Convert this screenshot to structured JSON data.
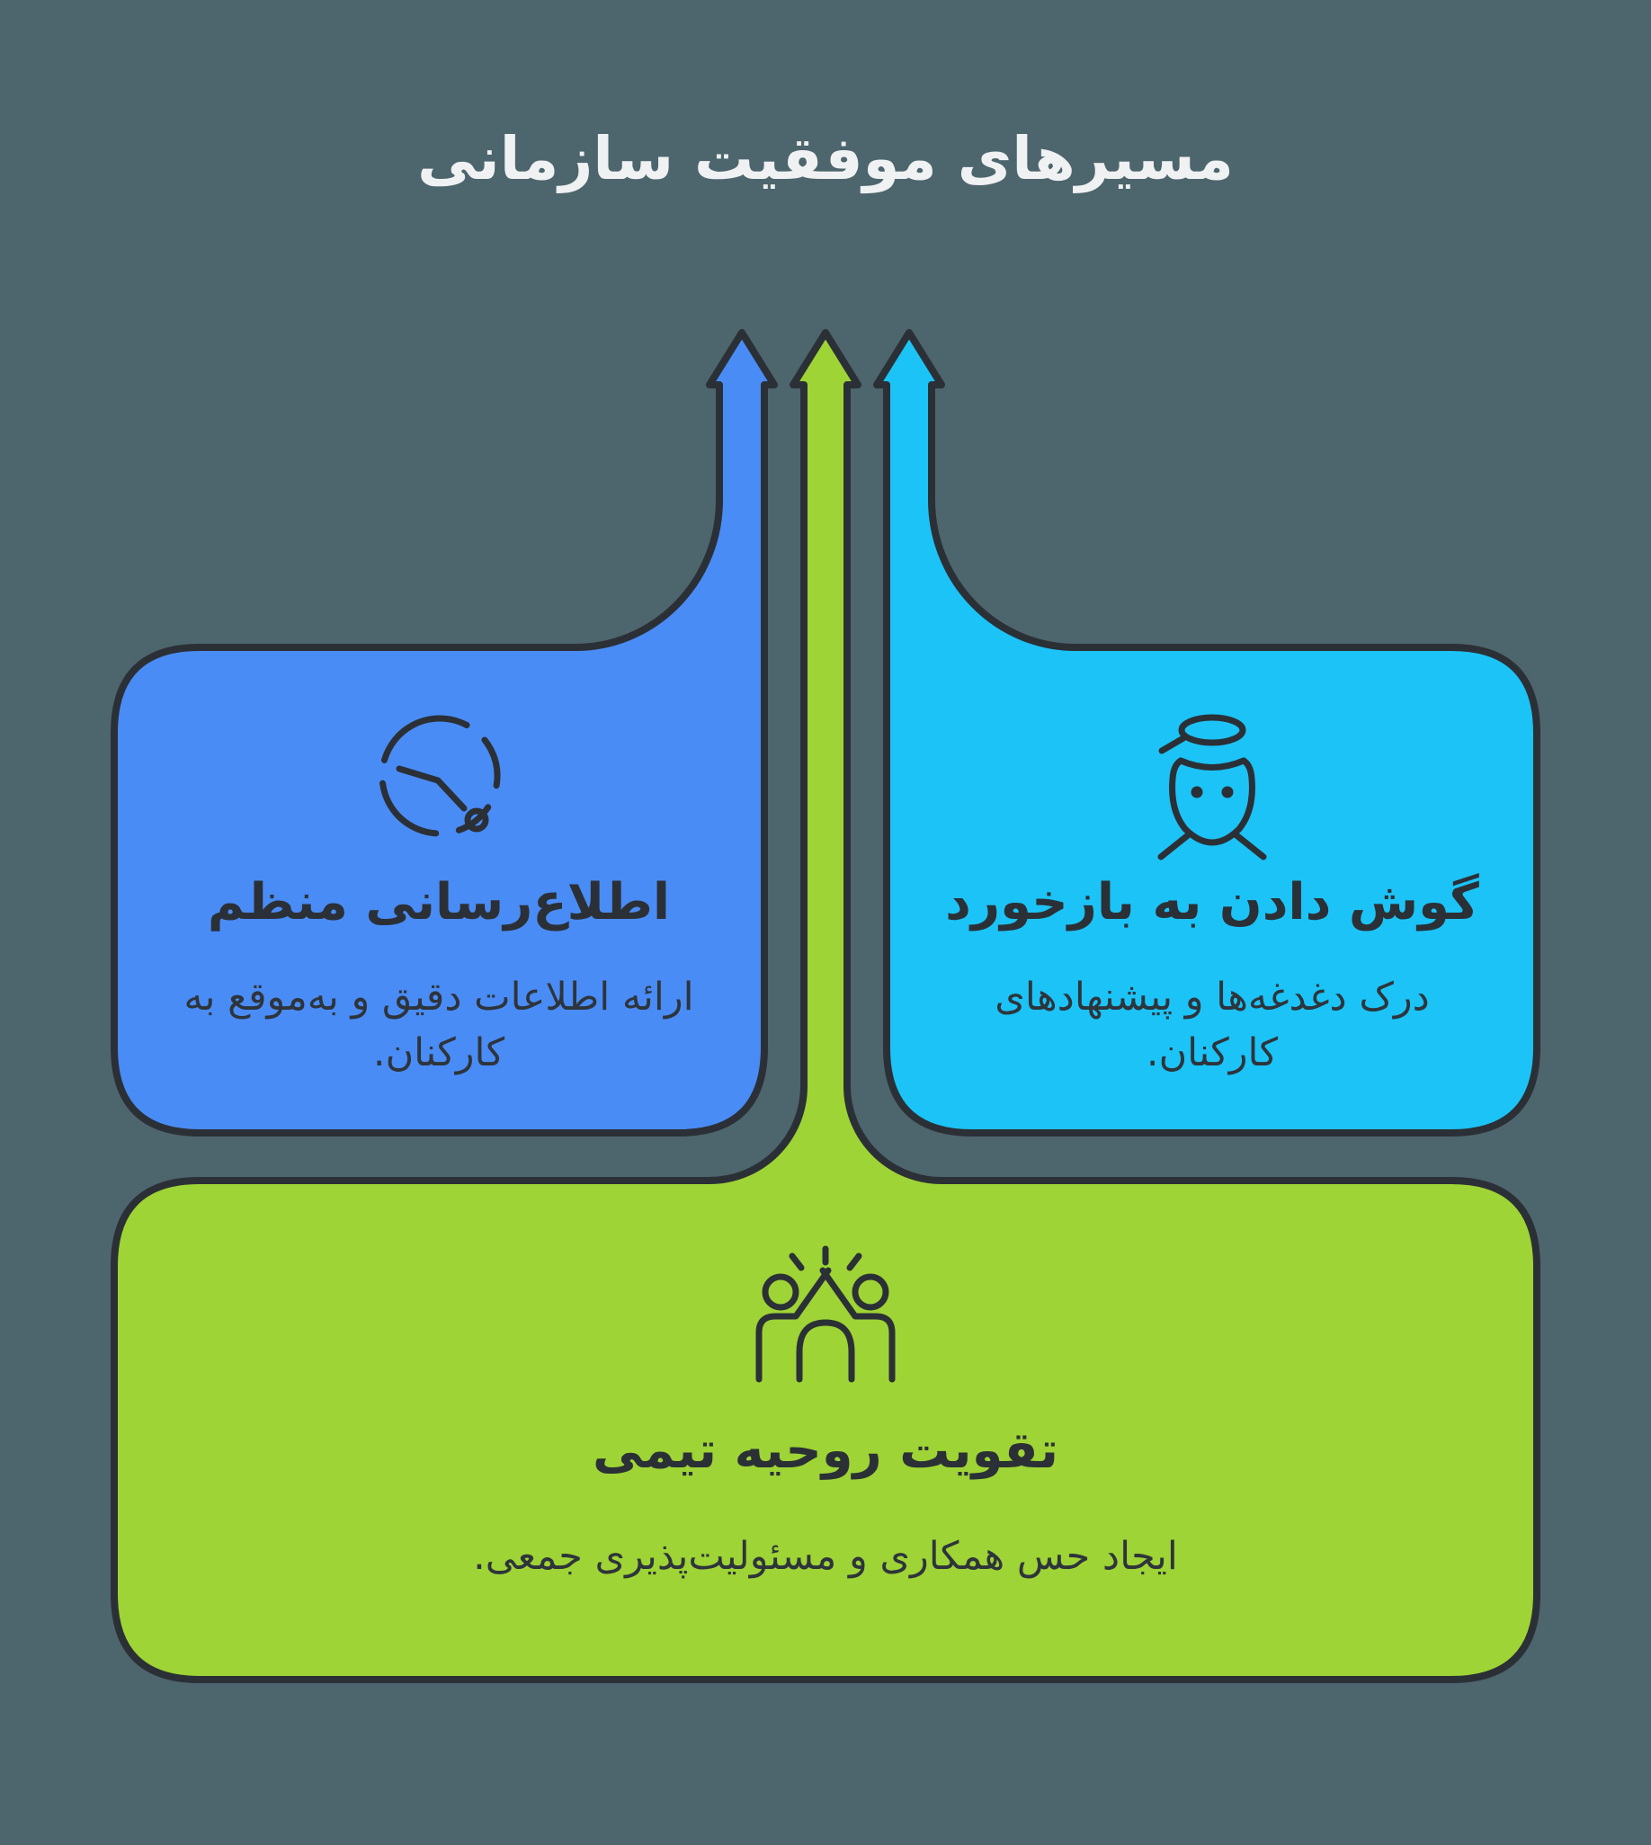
{
  "title": "مسیرهای موفقیت سازمانی",
  "colors": {
    "background": "#4D656D",
    "outline": "#2B3036",
    "title_text": "#EFF1F2",
    "card_text": "#2B3036",
    "card_blue": "#4A8CF5",
    "card_cyan": "#1CC3F6",
    "card_green": "#9ED435"
  },
  "cards": [
    {
      "id": "regular-communication",
      "icon": "clock-icon",
      "color": "#4A8CF5",
      "heading": "اطلاع‌رسانی منظم",
      "description": "ارائه اطلاعات دقیق و به‌موقع به کارکنان."
    },
    {
      "id": "listening-to-feedback",
      "icon": "person-listening-icon",
      "color": "#1CC3F6",
      "heading": "گوش دادن به بازخورد",
      "description": "درک دغدغه‌ها و پیشنهادهای کارکنان."
    },
    {
      "id": "team-spirit",
      "icon": "high-five-icon",
      "color": "#9ED435",
      "heading": "تقویت روحیه تیمی",
      "description": "ایجاد حس همکاری و مسئولیت‌پذیری جمعی."
    }
  ]
}
